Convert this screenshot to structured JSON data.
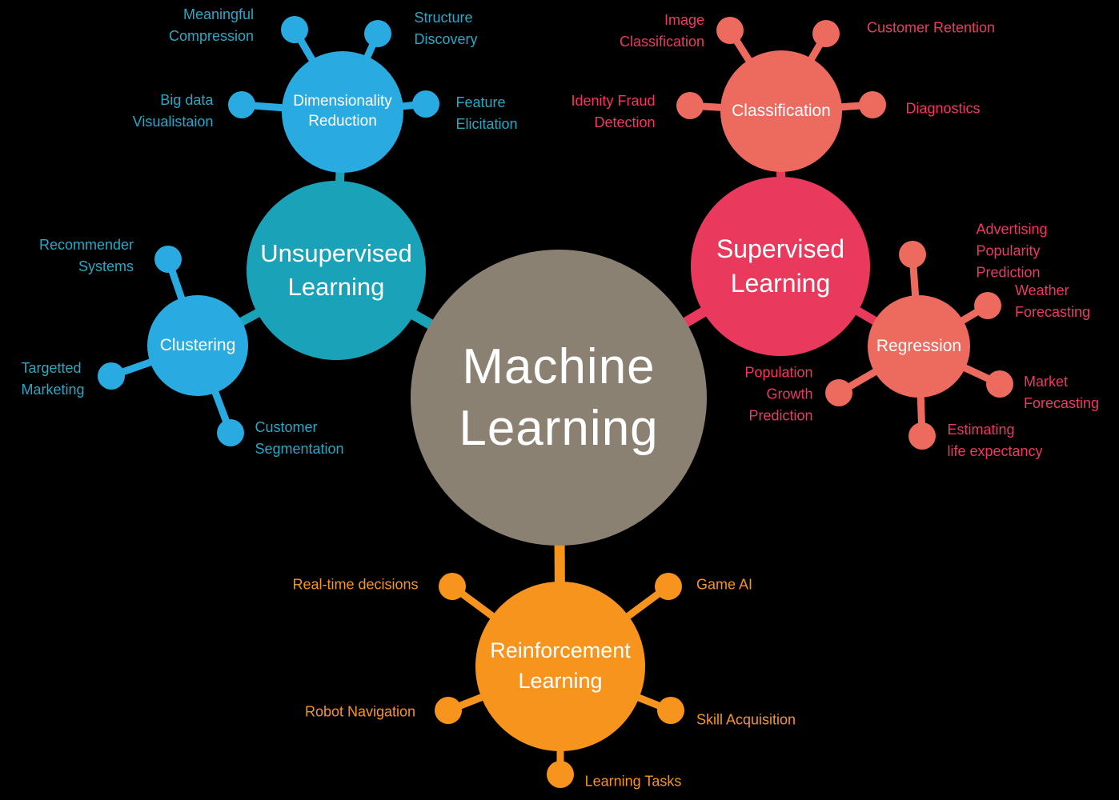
{
  "center": {
    "label": "Machine\nLearning"
  },
  "hubs": {
    "unsupervised": {
      "label": "Unsupervised\nLearning"
    },
    "supervised": {
      "label": "Supervised\nLearning"
    },
    "reinforcement": {
      "label": "Reinforcement\nLearning"
    },
    "dimensionality_reduction": {
      "label": "Dimensionality\nReduction"
    },
    "clustering": {
      "label": "Clustering"
    },
    "classification": {
      "label": "Classification"
    },
    "regression": {
      "label": "Regression"
    }
  },
  "satellites": {
    "meaningful_compression": {
      "label": "Meaningful\nCompression"
    },
    "structure_discovery": {
      "label": "Structure\nDiscovery"
    },
    "big_data_visualisation": {
      "label": "Big data\nVisualistaion"
    },
    "feature_elicitation": {
      "label": "Feature\nElicitation"
    },
    "recommender_systems": {
      "label": "Recommender\nSystems"
    },
    "targetted_marketing": {
      "label": "Targetted\nMarketing"
    },
    "customer_segmentation": {
      "label": "Customer\nSegmentation"
    },
    "image_classification": {
      "label": "Image\nClassification"
    },
    "customer_retention": {
      "label": "Customer Retention"
    },
    "identity_fraud_detection": {
      "label": "Idenity Fraud\nDetection"
    },
    "diagnostics": {
      "label": "Diagnostics"
    },
    "advertising_popularity_prediction": {
      "label": "Advertising Popularity\nPrediction"
    },
    "weather_forecasting": {
      "label": "Weather\nForecasting"
    },
    "market_forecasting": {
      "label": "Market\nForecasting"
    },
    "estimating_life_expectancy": {
      "label": "Estimating\nlife expectancy"
    },
    "population_growth_prediction": {
      "label": "Population\nGrowth\nPrediction"
    },
    "real_time_decisions": {
      "label": "Real-time decisions"
    },
    "game_ai": {
      "label": "Game AI"
    },
    "robot_navigation": {
      "label": "Robot Navigation"
    },
    "skill_acquisition": {
      "label": "Skill Acquisition"
    },
    "learning_tasks": {
      "label": "Learning Tasks"
    }
  },
  "colors": {
    "background": "#000000",
    "machine_learning_circle": "#8B8173",
    "unsupervised_teal": "#1AA3B8",
    "branch_blue": "#29ABE2",
    "supervised_crimson": "#E93A5D",
    "branch_salmon": "#ED6A5E",
    "reinforcement_orange": "#F7941E",
    "label_teal": "#2AA7C4",
    "label_pink": "#EC3A62",
    "label_orange": "#F7941E"
  }
}
